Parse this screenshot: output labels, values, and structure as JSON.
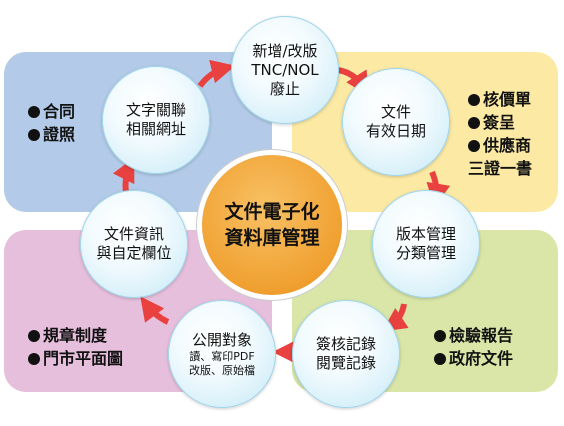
{
  "center": {
    "line1": "文件電子化",
    "line2": "資料庫管理"
  },
  "nodes": [
    {
      "id": "new-change",
      "lines": [
        "新增/改版",
        "TNC/NOL",
        "廢止"
      ]
    },
    {
      "id": "validity",
      "lines": [
        "文件",
        "有效日期"
      ]
    },
    {
      "id": "version",
      "lines": [
        "版本管理",
        "分類管理"
      ]
    },
    {
      "id": "review",
      "lines": [
        "簽核記錄",
        "閱覽記錄"
      ]
    },
    {
      "id": "publish",
      "lines": [
        "公開對象"
      ],
      "small": [
        "讀、寫印PDF",
        "改版、原始檔"
      ]
    },
    {
      "id": "info",
      "lines": [
        "文件資訊",
        "與自定欄位"
      ]
    },
    {
      "id": "related",
      "lines": [
        "文字關聯",
        "相關網址"
      ]
    }
  ],
  "quadrants": {
    "top_left": [
      "合同",
      "證照"
    ],
    "top_right": [
      "核價單",
      "簽呈",
      "供應商",
      "三證一書"
    ],
    "bottom_left": [
      "規章制度",
      "門市平面圖"
    ],
    "bottom_right": [
      "檢驗報告",
      "政府文件"
    ]
  },
  "colors": {
    "arrow": "#e8413f",
    "center": "#f0a030",
    "quad_top_left": "#b3cbe9",
    "quad_top_right": "#fbe9a4",
    "quad_bottom_left": "#e6bfdc",
    "quad_bottom_right": "#d9e6a8"
  }
}
